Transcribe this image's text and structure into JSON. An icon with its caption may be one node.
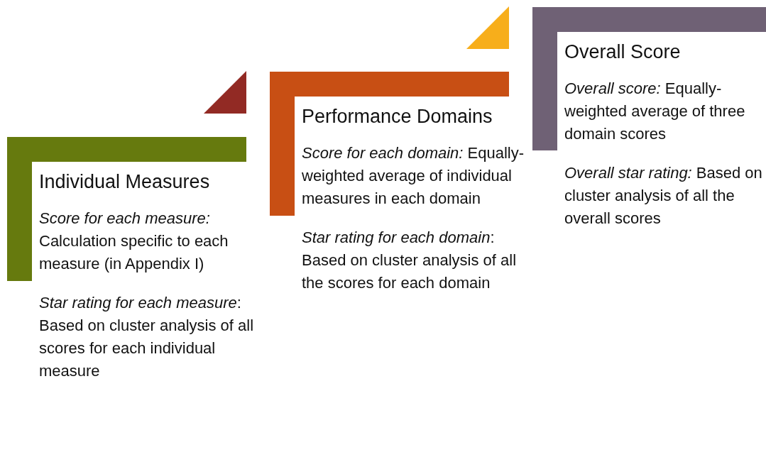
{
  "diagram": {
    "nodes": [
      {
        "text": [
          "Individual Measures",
          "*Score for each measure:* Calculation specific to each measure (in Appendix I)",
          "*Star rating for each measure*: Based on cluster analysis of all scores for each individual measure"
        ]
      },
      {
        "text": [
          "Performance Domains",
          "*Score for each domain:* Equally-weighted average of individual measures in each domain",
          "*Star rating for each domain*: Based on cluster analysis of all the scores for each domain"
        ]
      },
      {
        "text": [
          "Overall Score",
          "*Overall score:* Equally-weighted average of three domain scores",
          "*Overall star rating:* Based on cluster analysis of all the overall scores"
        ]
      }
    ]
  }
}
